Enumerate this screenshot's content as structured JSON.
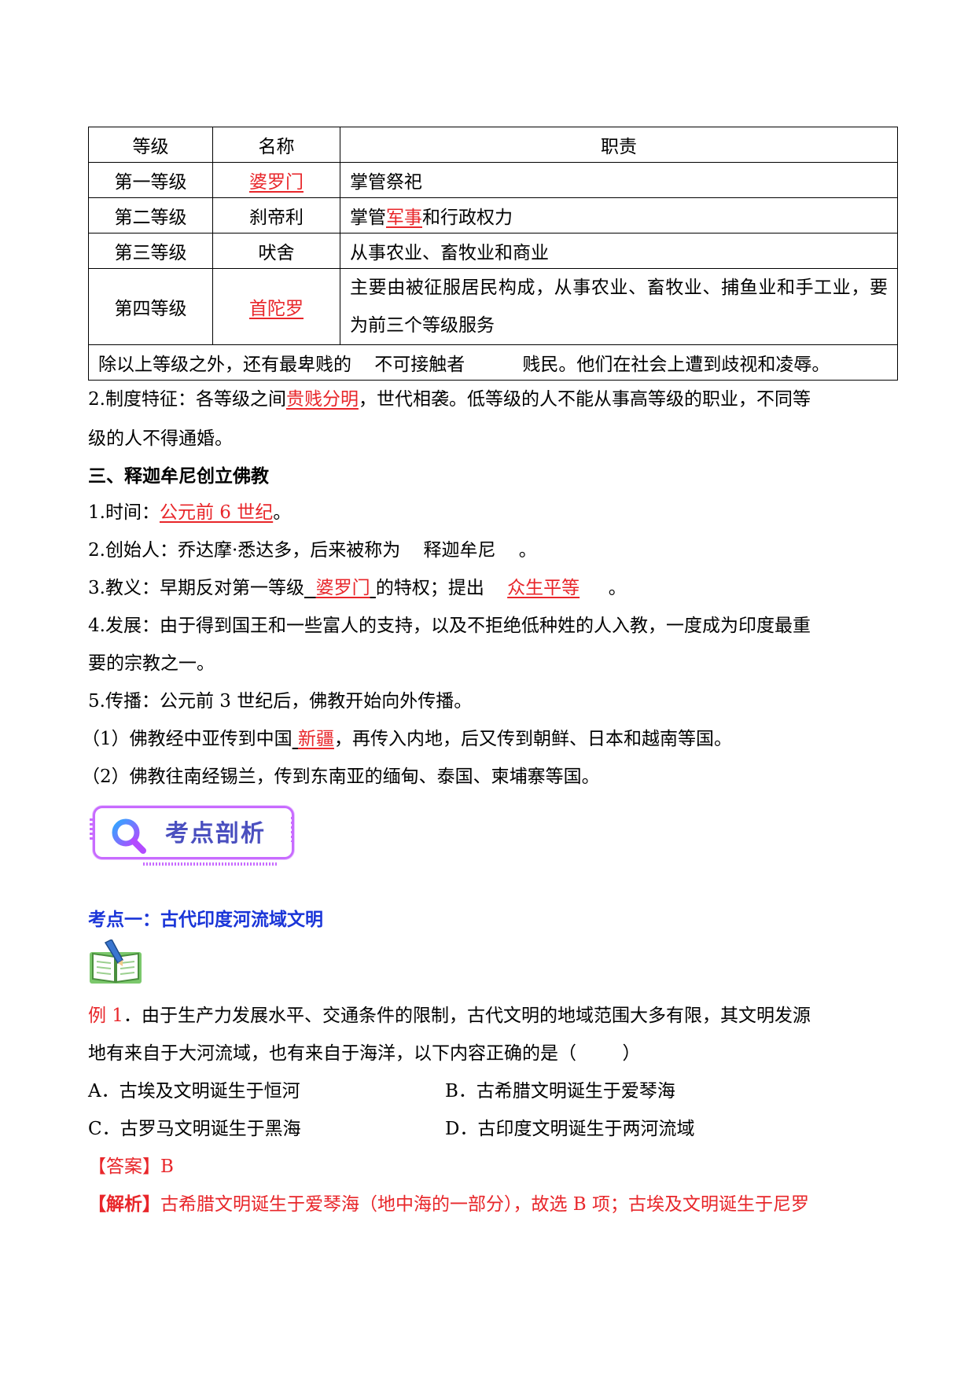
{
  "table": {
    "headers": [
      "等级",
      "名称",
      "职责"
    ],
    "rows": [
      {
        "level": "第一等级",
        "name": "婆罗门",
        "duty_pre": "掌管祭祀",
        "duty_red": "",
        "duty_post": ""
      },
      {
        "level": "第二等级",
        "name": "刹帝利",
        "duty_pre": "掌管",
        "duty_red": "军事",
        "duty_post": "和行政权力"
      },
      {
        "level": "第三等级",
        "name": "吠舍",
        "duty_pre": "从事农业、畜牧业和商业",
        "duty_red": "",
        "duty_post": ""
      },
      {
        "level": "第四等级",
        "name": "首陀罗",
        "duty_pre": "主要由被征服居民构成，从事农业、畜牧业、捕鱼业和手工业，要为前三个等级服务",
        "duty_red": "",
        "duty_post": ""
      }
    ],
    "footer": "除以上等级之外，还有最卑贱的    不可接触者          贱民。他们在社会上遭到歧视和凌辱。"
  },
  "feature": {
    "pre": "2.制度特征：各等级之间",
    "red": "贵贱分明",
    "post": "，世代相袭。低等级的人不能从事高等级的职业，不同等",
    "line2": "级的人不得通婚。"
  },
  "section3": {
    "title": "三、释迦牟尼创立佛教",
    "time_label": "1.时间：",
    "time_value": "公元前 6 世纪",
    "time_end": "。",
    "founder": "2.创始人：乔达摩·悉达多，后来被称为    释迦牟尼    。",
    "doctrine_pre": "3.教义：早期反对第一等级",
    "doctrine_red1": "婆罗门",
    "doctrine_mid": "的特权；提出",
    "doctrine_red2": "众生平等",
    "doctrine_end": "。",
    "dev_line1": "4.发展：由于得到国王和一些富人的支持，以及不拒绝低种姓的人入教，一度成为印度最重",
    "dev_line2": "要的宗教之一。",
    "spread": "5.传播：公元前 3 世纪后，佛教开始向外传播。",
    "spread1_pre": "（1）佛教经中亚传到中国",
    "spread1_red": "新疆",
    "spread1_post": "，再传入内地，后又传到朝鲜、日本和越南等国。",
    "spread2": "（2）佛教往南经锡兰，传到东南亚的缅甸、泰国、柬埔寨等国。"
  },
  "badge": {
    "label": "考点剖析",
    "icon": "magnifier-icon"
  },
  "point1": {
    "title": "考点一：古代印度河流域文明"
  },
  "example": {
    "label": "例 1",
    "q_line1": "．由于生产力发展水平、交通条件的限制，古代文明的地域范围大多有限，其文明发源",
    "q_line2": "地有来自于大河流域，也有来自于海洋，以下内容正确的是（        ）",
    "options": {
      "A": "A．古埃及文明诞生于恒河",
      "B": "B．古希腊文明诞生于爱琴海",
      "C": "C．古罗马文明诞生于黑海",
      "D": "D．古印度文明诞生于两河流域"
    },
    "answer_label": "【答案】",
    "answer": "B",
    "analysis_label": "【解析】",
    "analysis": "古希腊文明诞生于爱琴海（地中海的一部分），故选 B 项；古埃及文明诞生于尼罗"
  },
  "colors": {
    "red": "#e8262a",
    "blue": "#1a35d8",
    "badge": "#c86bff"
  }
}
